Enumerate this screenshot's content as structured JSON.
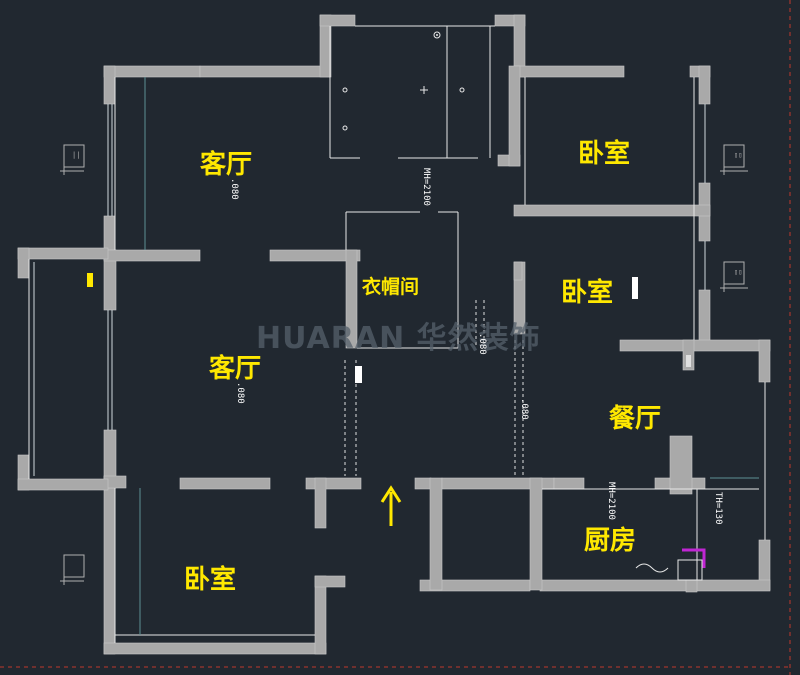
{
  "rooms": {
    "living_top": "客厅",
    "bedroom_top_right": "卧室",
    "cloakroom": "衣帽间",
    "bedroom_mid_right": "卧室",
    "living_main": "客厅",
    "dining": "餐厅",
    "kitchen": "厨房",
    "bedroom_bottom": "卧室"
  },
  "watermark": "HUARAN 华然装饰",
  "dimensions": {
    "mh_upper": "MH=2100",
    "mh_kitchen": "MH=2100",
    "th_kitchen": "TH=130",
    "dim_living_top": ".080",
    "dim_living_main": ".080",
    "dim_hall_a": ".080",
    "dim_hall_b": ".080"
  },
  "colors": {
    "background": "#212830",
    "wall": "#a9a9a9",
    "label": "#ffe800",
    "watermark": "#55606b",
    "pipe": "#c026d3",
    "border": "#c0392b"
  },
  "icons": {
    "entrance": "arrow-up-icon",
    "side_window": "window-elevation-icon"
  }
}
